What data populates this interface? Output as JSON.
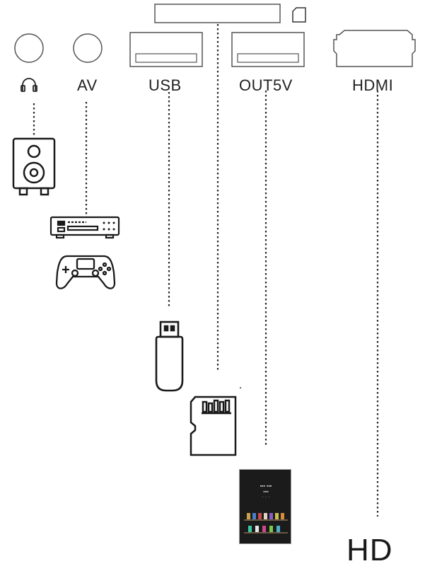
{
  "ports": {
    "headphone": {
      "icon": "headphone-icon"
    },
    "av": {
      "label": "AV"
    },
    "usb": {
      "label": "USB"
    },
    "out5v": {
      "label": "OUT5V"
    },
    "hdmi": {
      "label": "HDMI"
    },
    "sd_slot": {
      "icon": "sd-card-slot-icon"
    }
  },
  "devices": {
    "speaker": {
      "icon": "speaker-icon"
    },
    "dvd_player": {
      "icon": "dvd-player-icon"
    },
    "gamepad": {
      "icon": "gamepad-icon"
    },
    "usb_flash_drive": {
      "icon": "usb-flash-drive-icon"
    },
    "micro_sd_card": {
      "icon": "micro-sd-card-icon"
    },
    "tablet": {
      "icon": "tablet-icon"
    },
    "hd_display": {
      "label": "HD"
    }
  },
  "colors": {
    "stroke": "#1a1a1a",
    "port_stroke": "#555555",
    "line": "#2a2a2a"
  }
}
